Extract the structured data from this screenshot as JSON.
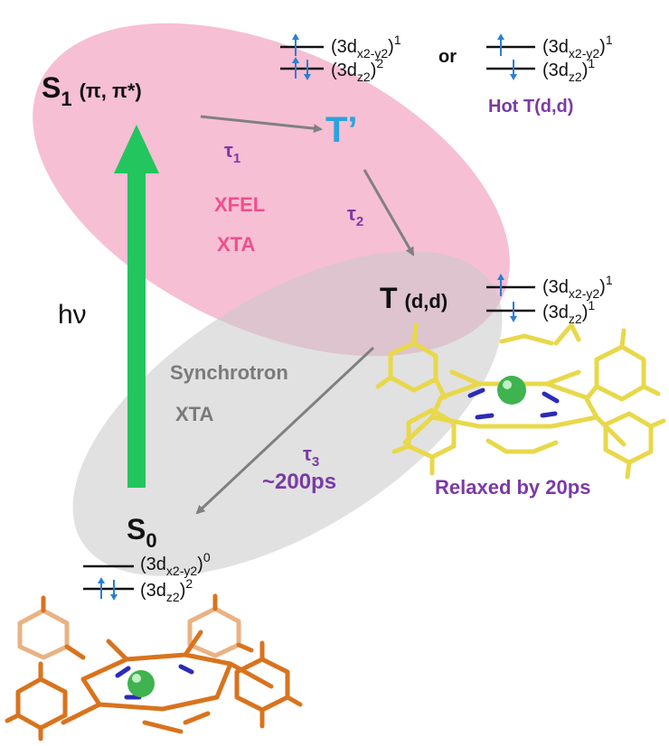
{
  "colors": {
    "pink_ellipse": "#f3a6c4",
    "gray_ellipse": "#cfcfcf",
    "excitation_arrow": "#22c55e",
    "transition_arrow": "#808080",
    "spin_arrow": "#2a7fd0",
    "purple_text": "#7a3aa6",
    "pink_text": "#ee4f8f",
    "t_prime": "#2aa3df",
    "molecule_relaxed": "#e8d84a",
    "molecule_ground": "#d9731d",
    "metal_atom": "#3fb34f",
    "nitrogen": "#2b2bb8"
  },
  "states": {
    "s1": {
      "main": "S",
      "sub": "1",
      "paren": "(π, π*)"
    },
    "t_prime": {
      "label": "T’"
    },
    "t": {
      "main": "T",
      "paren": "(d,d)"
    },
    "s0": {
      "main": "S",
      "sub": "0"
    }
  },
  "orbitals": {
    "x2y2_base": "(3d",
    "x2y2_sub": "x2-y2",
    "z2_base": "(3d",
    "z2_sub": "z2",
    "close": ")",
    "tprime_left": {
      "upper_occ": "1",
      "lower_occ": "2"
    },
    "or_label": "or",
    "tprime_right": {
      "upper_occ": "1",
      "lower_occ": "1"
    },
    "hot_label": "Hot T(d,d)",
    "t_state": {
      "upper_occ": "1",
      "lower_occ": "1"
    },
    "s0_state": {
      "upper_occ": "0",
      "lower_occ": "2"
    }
  },
  "transitions": {
    "tau1": {
      "sym": "τ",
      "sub": "1"
    },
    "tau2": {
      "sym": "τ",
      "sub": "2"
    },
    "tau3": {
      "sym": "τ",
      "sub": "3",
      "time": "~200ps"
    },
    "hv": "hν"
  },
  "techniques": {
    "xfel_line1": "XFEL",
    "xfel_line2": "XTA",
    "sync_line1": "Synchrotron",
    "sync_line2": "XTA"
  },
  "relaxed_caption": "Relaxed by 20ps"
}
